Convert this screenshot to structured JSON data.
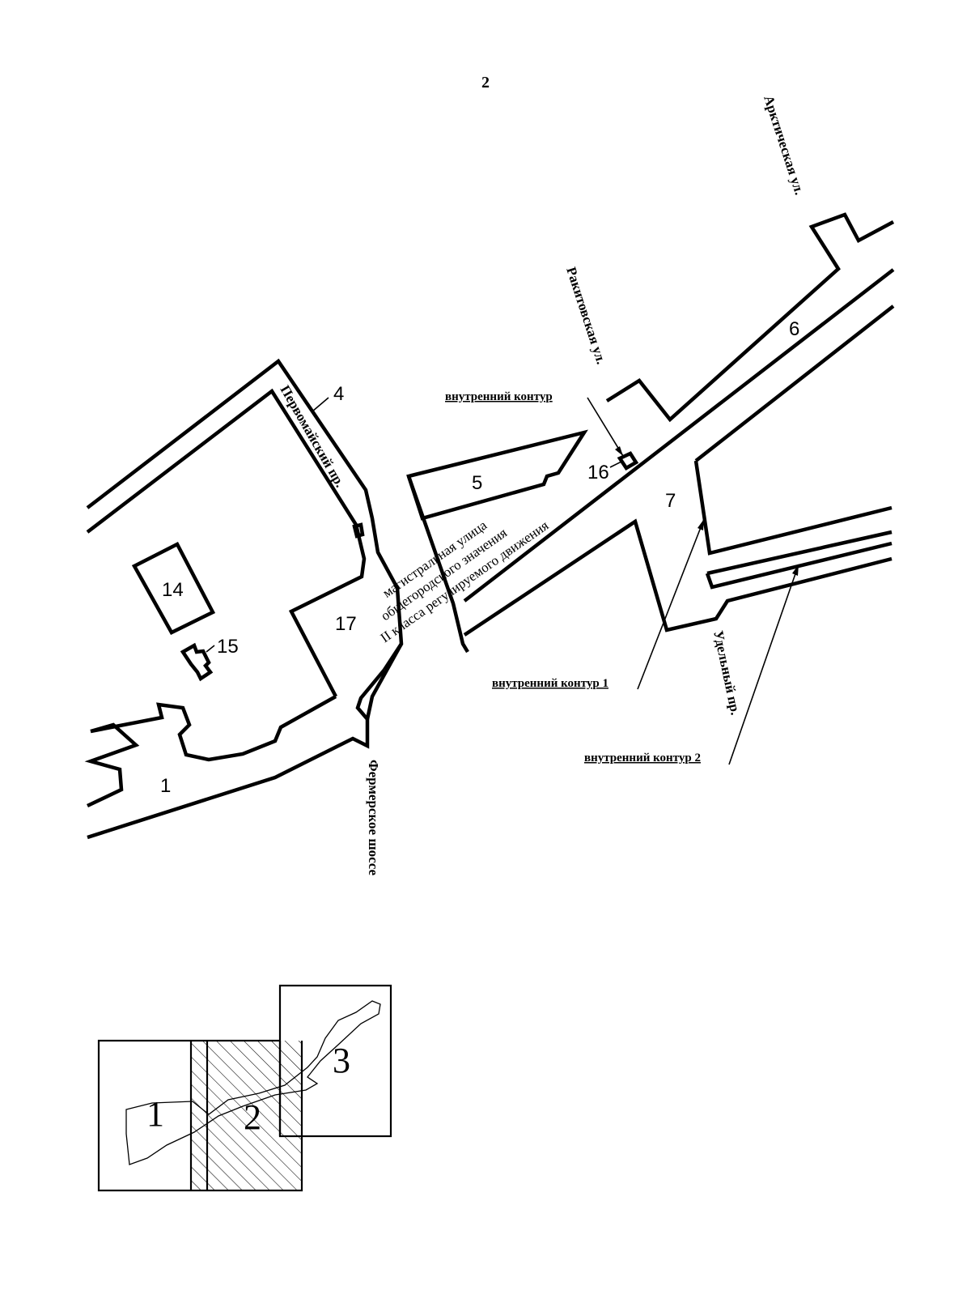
{
  "page_number": "2",
  "streets": {
    "arkticheskaya": "Арктическая ул.",
    "rakitovskaya": "Ракитовская ул.",
    "pervomaisky": "Первомайский пр.",
    "udelny": "Удельный пр.",
    "fermerskoe": "Фермерское шоссе"
  },
  "road_description": {
    "line1": "магистральная улица",
    "line2": "общегородского значения",
    "line3": "II класса регулируемого движения"
  },
  "contours": {
    "inner": "внутренний контур",
    "inner_1": "внутренний контур 1",
    "inner_2": "внутренний контур 2"
  },
  "parcels": {
    "p1": "1",
    "p4": "4",
    "p5": "5",
    "p6": "6",
    "p7": "7",
    "p14": "14",
    "p15": "15",
    "p16": "16",
    "p17": "17"
  },
  "key_map": {
    "sheet1": "1",
    "sheet2": "2",
    "sheet3": "3",
    "current_sheet": 2
  }
}
